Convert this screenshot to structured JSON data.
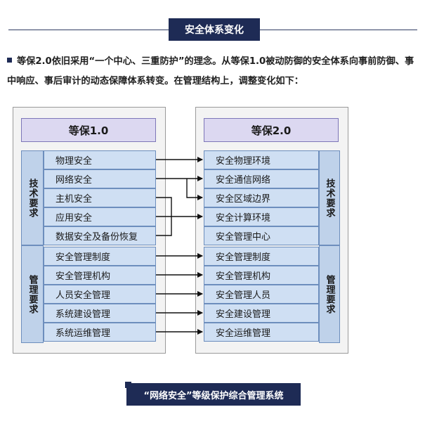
{
  "header": {
    "title": "安全体系变化"
  },
  "intro": "等保2.0依旧采用“一个中心、三重防护”的理念。从等保1.0被动防御的安全体系向事前防御、事中响应、事后审计的动态保障体系转变。在管理结构上，调整变化如下：",
  "left": {
    "title": "等保1.0",
    "tech_label": "技术要求",
    "mgmt_label": "管理要求",
    "tech_items": [
      "物理安全",
      "网络安全",
      "主机安全",
      "应用安全",
      "数据安全及备份恢复"
    ],
    "mgmt_items": [
      "安全管理制度",
      "安全管理机构",
      "人员安全管理",
      "系统建设管理",
      "系统运维管理"
    ]
  },
  "right": {
    "title": "等保2.0",
    "tech_label": "技术要求",
    "mgmt_label": "管理要求",
    "tech_items": [
      "安全物理环境",
      "安全通信网络",
      "安全区域边界",
      "安全计算环境",
      "安全管理中心"
    ],
    "mgmt_items": [
      "安全管理制度",
      "安全管理机构",
      "安全管理人员",
      "安全建设管理",
      "安全运维管理"
    ]
  },
  "footer": {
    "label": "“网络安全”等级保护综合管理系统"
  },
  "colors": {
    "navy": "#1e2b55",
    "item_fill": "#cfdff3",
    "title_fill": "#dcd8f1"
  }
}
